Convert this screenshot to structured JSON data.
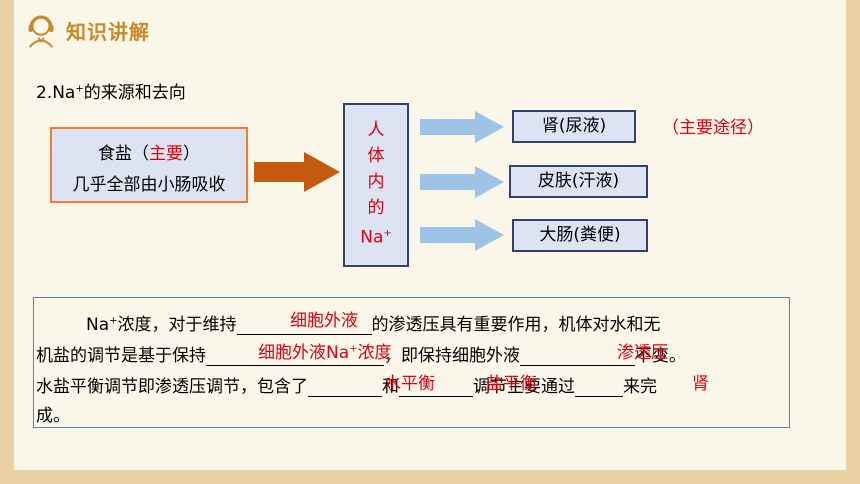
{
  "header": {
    "title": "知识讲解",
    "logo_icon": "headset-person-icon"
  },
  "section_title": {
    "text": "2.Na",
    "sup": "+",
    "rest": "的来源和去向"
  },
  "salt_box": {
    "line1_a": "食盐（",
    "line1_b": "主要",
    "line1_c": "）",
    "line2": "几乎全部由小肠吸收"
  },
  "body_box": {
    "chars": [
      "人",
      "体",
      "内",
      "的"
    ],
    "na": "Na",
    "sup": "+"
  },
  "outputs": [
    {
      "label": "肾(尿液)"
    },
    {
      "label": "皮肤(汗液)"
    },
    {
      "label": "大肠(粪便)"
    }
  ],
  "main_path": "（主要途径）",
  "paragraph": {
    "l1_a": "Na",
    "l1_sup": "+",
    "l1_b": "浓度，对于维持",
    "l1_c": "的渗透压具有重要作用，机体对水和无",
    "l2_a": "机盐的调节是基于保持",
    "l2_b": "，即保持细胞外液",
    "l2_c": "不变。",
    "l3_a": "水盐平衡调节即渗透压调节，包含了",
    "l3_b": "和",
    "l3_c": "调节主要通过",
    "l3_d": "来完",
    "l4": "成。"
  },
  "answers": {
    "a1": "细胞外液",
    "a2_a": "细胞外液Na",
    "a2_sup": "+",
    "a2_b": "浓度",
    "a3": "渗透压",
    "a4": "水平衡",
    "a5": "盐平衡",
    "a6": "肾"
  },
  "colors": {
    "accent": "#c8892a",
    "answer": "#e0000c",
    "box_fill": "#dde3f2",
    "arrow_orange": "#c55a11",
    "arrow_light": "#9dc3e6"
  }
}
